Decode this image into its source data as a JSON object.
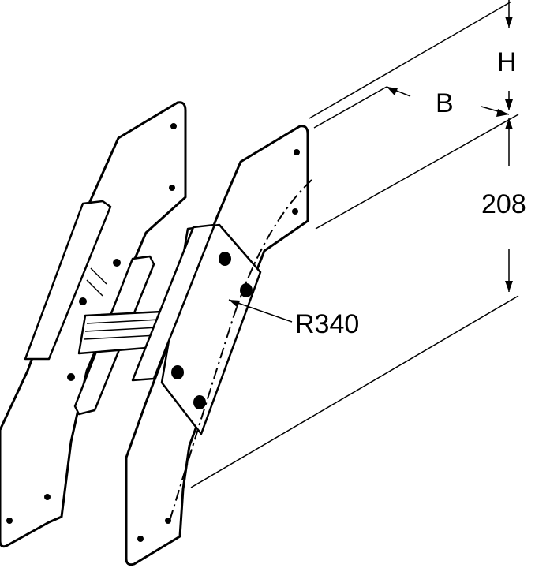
{
  "drawing": {
    "labels": {
      "height": "H",
      "width": "B",
      "dimension": "208",
      "radius": "R340"
    },
    "colors": {
      "line": "#000000",
      "background": "#ffffff"
    }
  }
}
